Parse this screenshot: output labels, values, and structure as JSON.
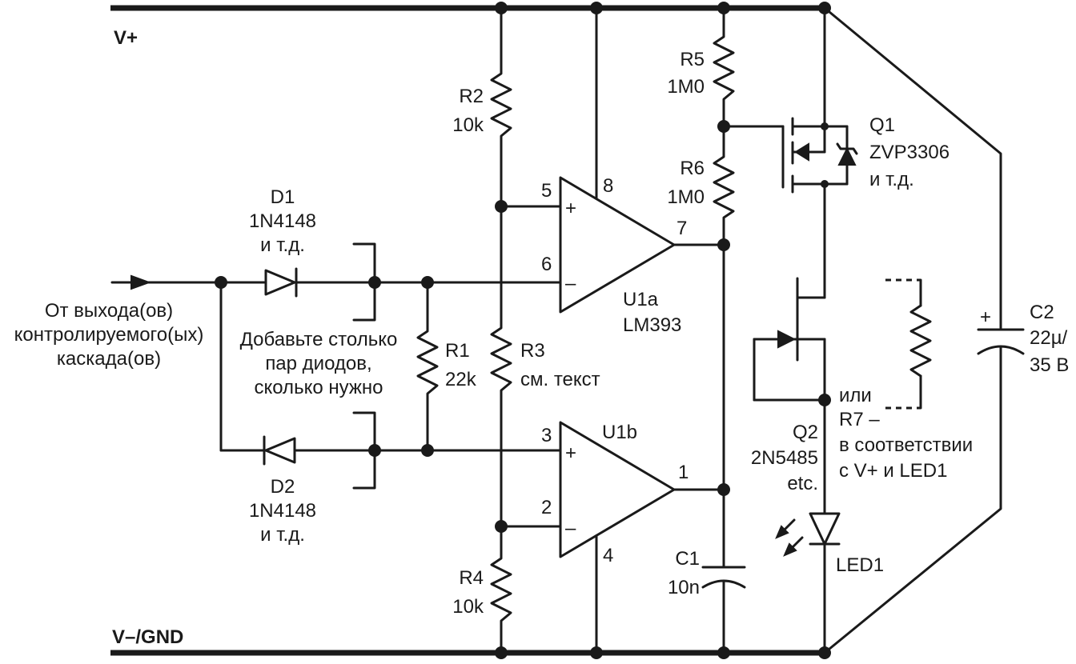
{
  "rails": {
    "top": "V+",
    "bottom": "V–/GND"
  },
  "input_label": [
    "От выхода(ов)",
    "контролируемого(ых)",
    "каскада(ов)"
  ],
  "note": [
    "Добавьте столько",
    "пар диодов,",
    "сколько нужно"
  ],
  "components": {
    "d1": {
      "ref": "D1",
      "part": "1N4148",
      "note": "и т.д."
    },
    "d2": {
      "ref": "D2",
      "part": "1N4148",
      "note": "и т.д."
    },
    "r1": {
      "ref": "R1",
      "value": "22k"
    },
    "r2": {
      "ref": "R2",
      "value": "10k"
    },
    "r3": {
      "ref": "R3",
      "value": "см. текст"
    },
    "r4": {
      "ref": "R4",
      "value": "10k"
    },
    "r5": {
      "ref": "R5",
      "value": "1M0"
    },
    "r6": {
      "ref": "R6",
      "value": "1M0"
    },
    "u1a": {
      "ref": "U1a",
      "part": "LM393"
    },
    "u1b": {
      "ref": "U1b"
    },
    "q1": {
      "ref": "Q1",
      "part": "ZVP3306",
      "note": "и т.д."
    },
    "q2": {
      "ref": "Q2",
      "part": "2N5485",
      "note": "etc."
    },
    "c1": {
      "ref": "C1",
      "value": "10n"
    },
    "c2": {
      "ref": "C2",
      "value": "22µ/",
      "voltage": "35 В"
    },
    "led1": {
      "ref": "LED1"
    }
  },
  "r7_note": [
    "или",
    "R7 –",
    "в соответствии",
    "с V+ и LED1"
  ],
  "pins": {
    "u1a": {
      "plus": "5",
      "minus": "6",
      "out": "7",
      "vcc": "8"
    },
    "u1b": {
      "plus": "3",
      "minus": "2",
      "out": "1",
      "gnd": "4"
    }
  },
  "signs": {
    "plus": "+",
    "minus": "–"
  }
}
